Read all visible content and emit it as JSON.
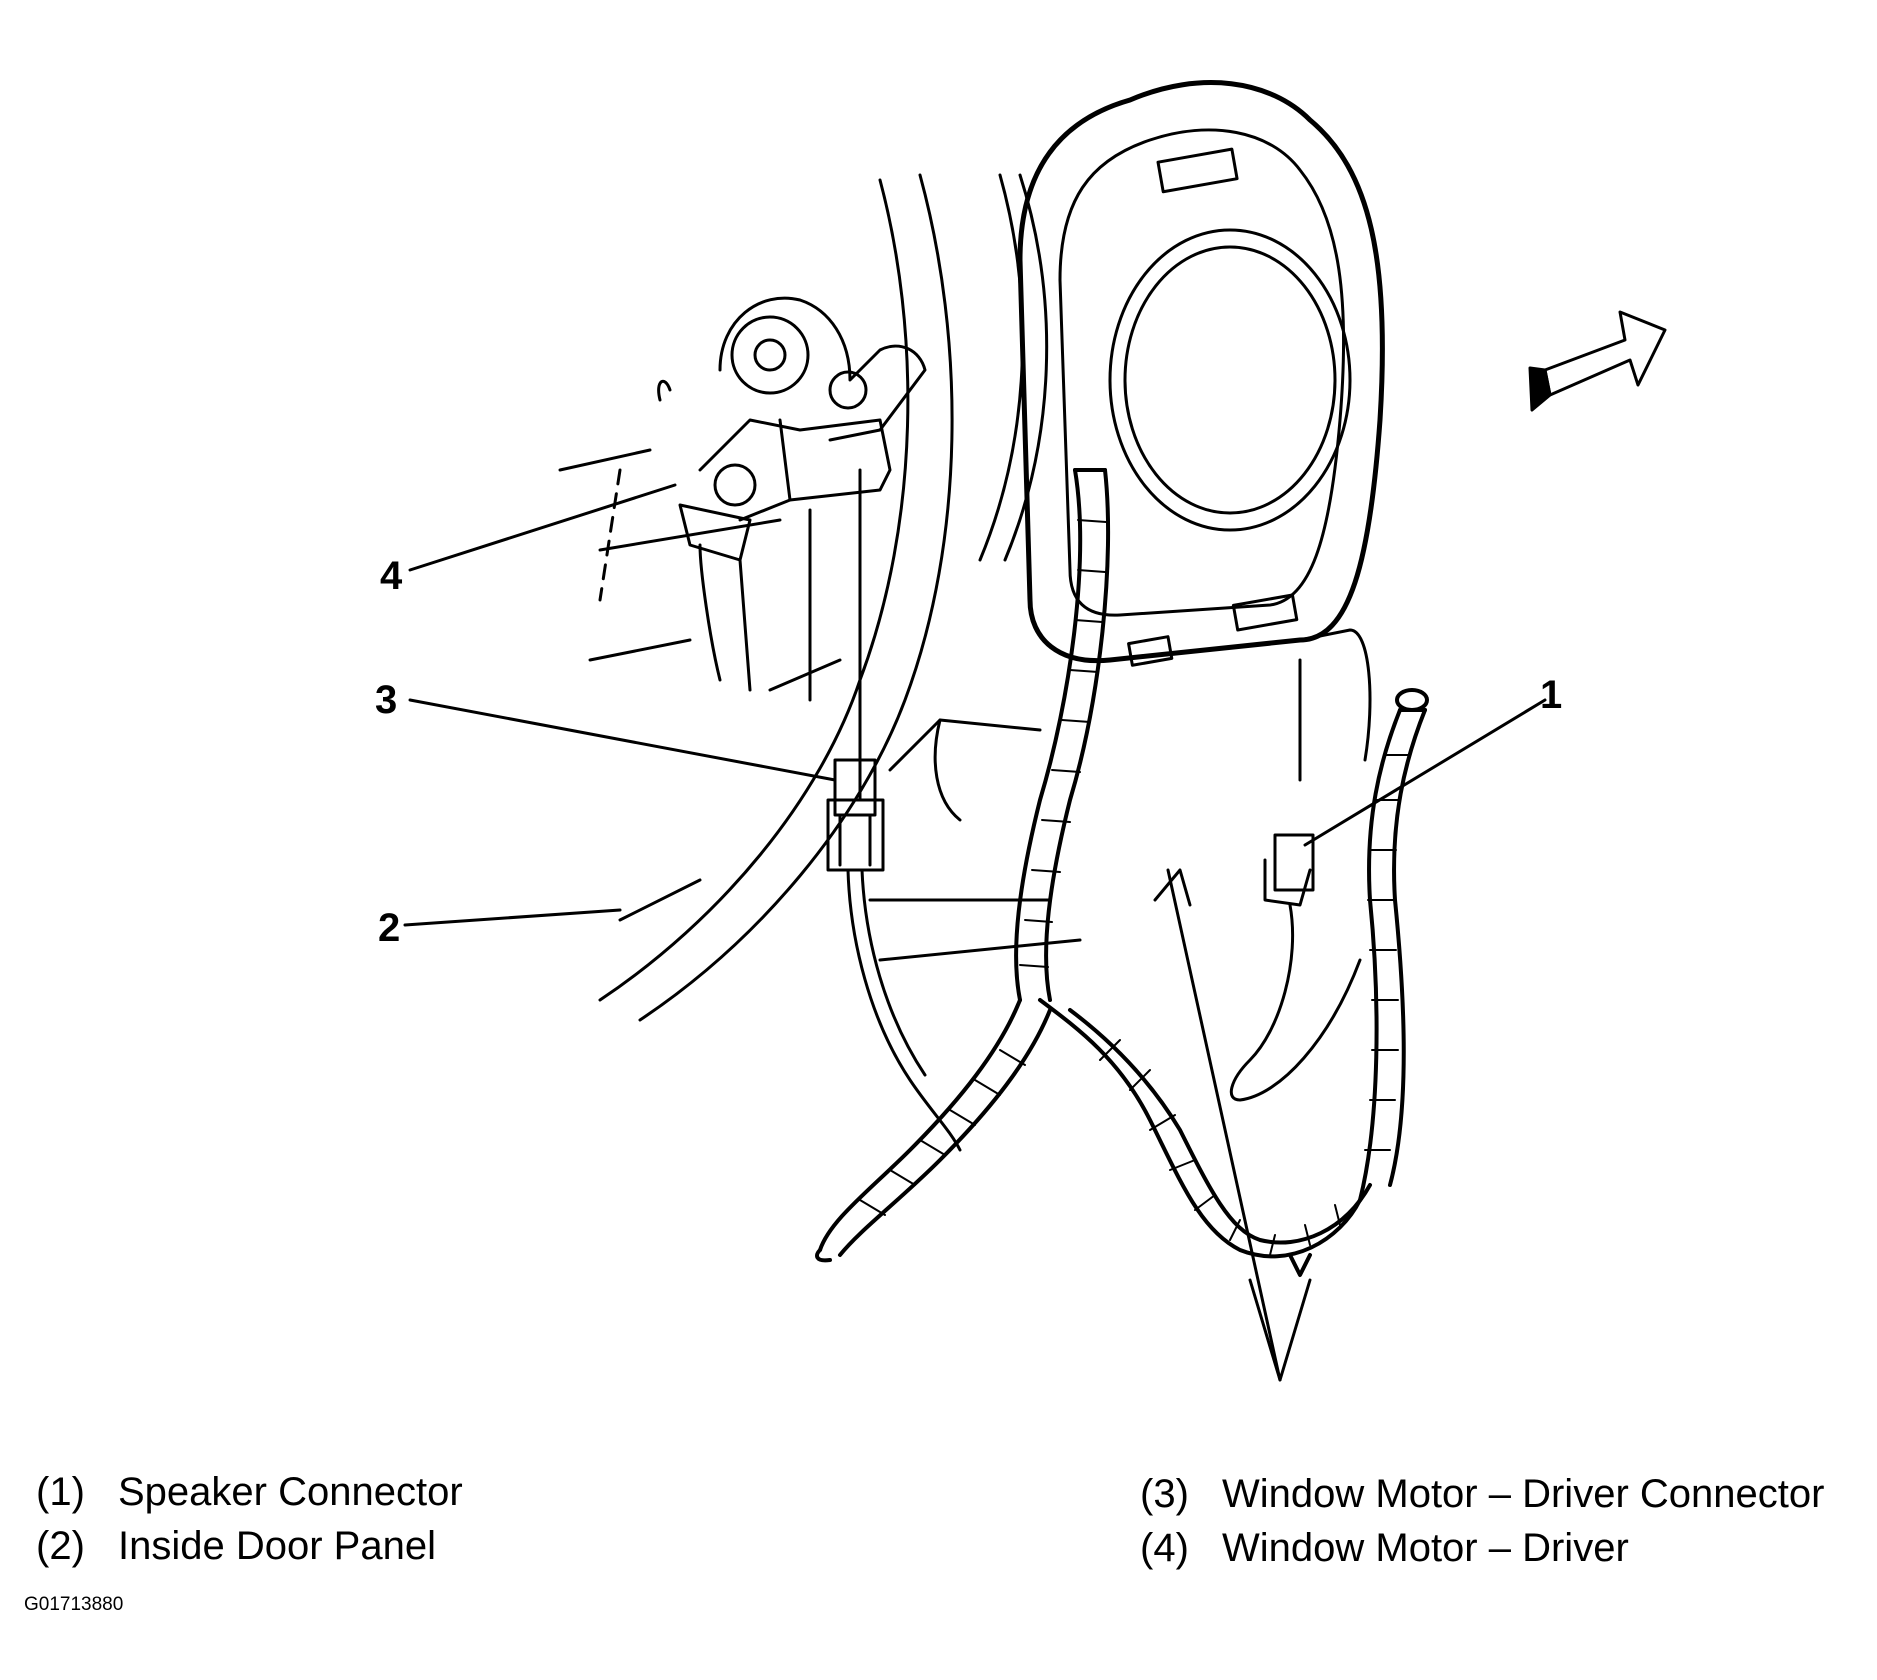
{
  "callouts": {
    "c1": "1",
    "c2": "2",
    "c3": "3",
    "c4": "4"
  },
  "legend": [
    {
      "num": "(1)",
      "label": "Speaker Connector"
    },
    {
      "num": "(2)",
      "label": "Inside Door Panel"
    },
    {
      "num": "(3)",
      "label": "Window Motor – Driver Connector"
    },
    {
      "num": "(4)",
      "label": "Window Motor – Driver"
    }
  ],
  "figure_code": "G01713880"
}
